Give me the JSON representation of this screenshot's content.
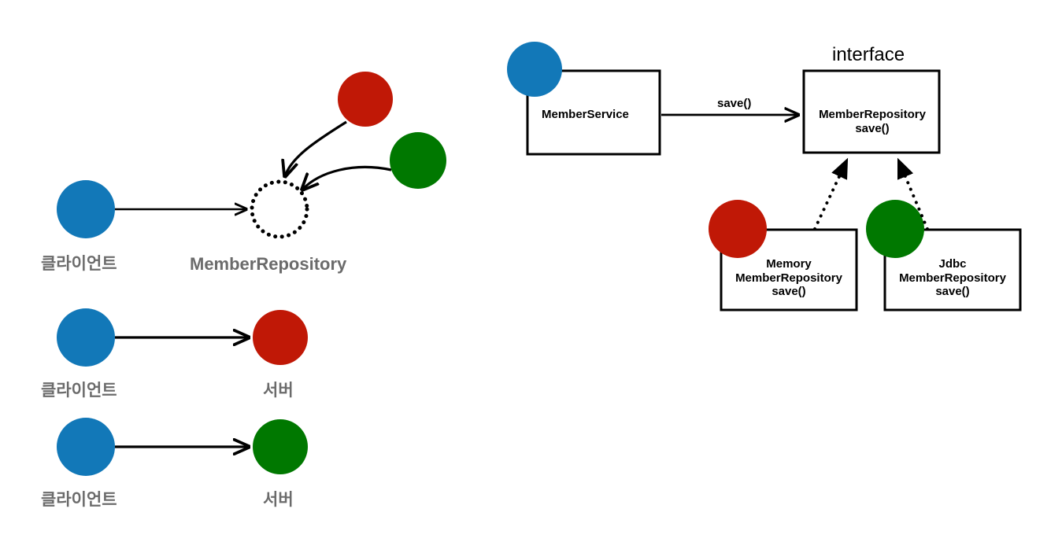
{
  "diagram": {
    "title": "MemberRepository role interface and UML class diagram",
    "colors": {
      "blue": "#1278B8",
      "red": "#C01806",
      "green": "#007800",
      "label_gray": "#6B6B6B",
      "stroke_black": "#000000",
      "background": "#FFFFFF"
    },
    "left_panel": {
      "role_row": {
        "client_label": "클라이언트",
        "role_label": "MemberRepository",
        "client_node": "blue-circle",
        "role_node": "dotted-circle-placeholder",
        "impl_nodes": [
          "red-circle",
          "green-circle"
        ]
      },
      "concrete_rows": [
        {
          "client_label": "클라이언트",
          "server_label": "서버",
          "client_node": "blue-circle",
          "server_node": "red-circle"
        },
        {
          "client_label": "클라이언트",
          "server_label": "서버",
          "client_node": "blue-circle",
          "server_node": "green-circle"
        }
      ]
    },
    "right_panel": {
      "interface_tag": "interface",
      "service_box": {
        "name": "MemberService",
        "badge_node": "blue-circle"
      },
      "call_edge_label": "save()",
      "interface_box": {
        "name": "MemberRepository",
        "method": "save()"
      },
      "impl_boxes": [
        {
          "name_line1": "Memory",
          "name_line2": "MemberRepository",
          "method": "save()",
          "badge_node": "red-circle"
        },
        {
          "name_line1": "Jdbc",
          "name_line2": "MemberRepository",
          "method": "save()",
          "badge_node": "green-circle"
        }
      ]
    }
  }
}
